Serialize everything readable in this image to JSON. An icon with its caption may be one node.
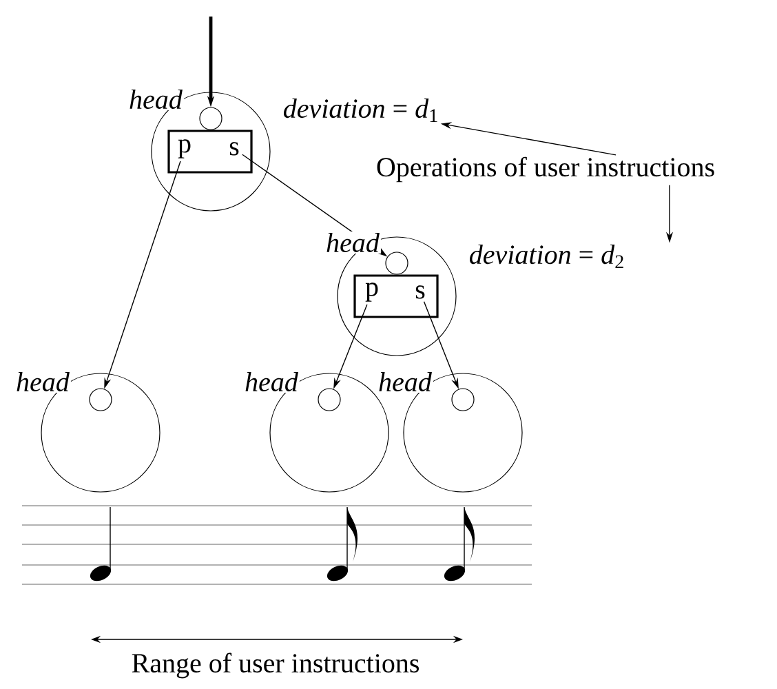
{
  "diagram": {
    "nodes": [
      {
        "text": [],
        "shape": "circle"
      },
      {
        "text": [],
        "shape": "circle",
        "in": 0,
        "beside": [
          "*head*"
        ]
      },
      {
        "text": [],
        "shape": "box",
        "in": 0
      },
      {
        "text": [
          "p"
        ],
        "in": 2
      },
      {
        "text": [
          "s"
        ],
        "in": 2
      },
      {
        "text": [
          "*deviation* = *d*$_{1}$"
        ]
      },
      {
        "text": [
          "Operations of user instructions"
        ]
      },
      {
        "text": [],
        "shape": "circle"
      },
      {
        "text": [],
        "shape": "circle",
        "in": 7,
        "beside": [
          "*head*"
        ]
      },
      {
        "text": [],
        "shape": "box",
        "in": 7
      },
      {
        "text": [
          "p"
        ],
        "in": 9
      },
      {
        "text": [
          "s"
        ],
        "in": 9
      },
      {
        "text": [
          "*deviation* = *d*$_{2}$"
        ]
      },
      {
        "text": [],
        "shape": "circle"
      },
      {
        "text": [],
        "shape": "circle",
        "in": 13,
        "beside": [
          "*head*"
        ]
      },
      {
        "text": [],
        "shape": "circle"
      },
      {
        "text": [],
        "shape": "circle",
        "in": 15,
        "beside": [
          "*head*"
        ]
      },
      {
        "text": [],
        "shape": "circle"
      },
      {
        "text": [],
        "shape": "circle",
        "in": 17,
        "beside": [
          "*head*"
        ]
      }
    ],
    "edges": [
      {
        "from": null,
        "to": 1,
        "arrow": "to",
        "style": "thick"
      },
      {
        "from": 3,
        "to": 14,
        "arrow": "to"
      },
      {
        "from": 4,
        "to": 8,
        "arrow": "to"
      },
      {
        "from": 10,
        "to": 16,
        "arrow": "to"
      },
      {
        "from": 11,
        "to": 18,
        "arrow": "to"
      },
      {
        "from": 6,
        "to": 5,
        "arrow": "to"
      },
      {
        "from": 6,
        "to": 12,
        "arrow": "to"
      }
    ],
    "labels": [
      "Range of user instructions"
    ]
  }
}
